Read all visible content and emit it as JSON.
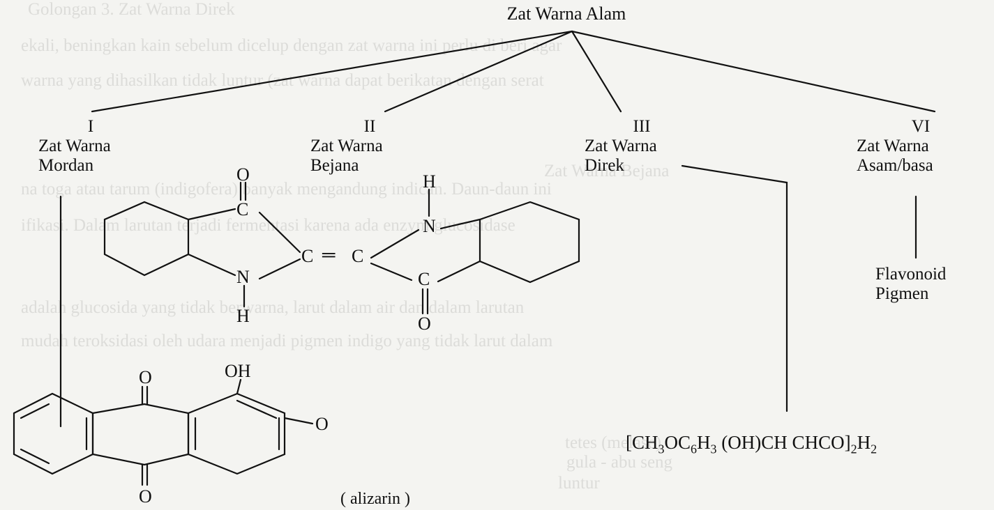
{
  "root": {
    "title": "Zat Warna Alam"
  },
  "branches": [
    {
      "numeral": "I",
      "line1": "Zat Warna",
      "line2": "Mordan"
    },
    {
      "numeral": "II",
      "line1": "Zat Warna",
      "line2": "Bejana"
    },
    {
      "numeral": "III",
      "line1": "Zat Warna",
      "line2": "Direk"
    },
    {
      "numeral": "VI",
      "line1": "Zat Warna",
      "line2": "Asam/basa"
    }
  ],
  "flavonoid": {
    "line1": "Flavonoid",
    "line2": "Pigmen"
  },
  "indigo": {
    "o_top": "O",
    "c_top": "C",
    "h_top": "H",
    "n_top": "N",
    "cc": "C",
    "eq": "═",
    "cc2": "C",
    "n_bot": "N",
    "h_bot": "H",
    "c_bot": "C",
    "o_bot": "O"
  },
  "alizarin": {
    "o_top": "O",
    "oh": "OH",
    "o_right": "O",
    "o_bot": "O",
    "caption": "( alizarin )"
  },
  "direk_formula": {
    "text": "[CH3OC6H3 (OH)CH   CHCO]2H2"
  },
  "bleed_through": [
    "Golongan 3. Zat Warna Direk",
    "ekali, beningkan kain sebelum dicelup dengan zat warna ini perlu di beri agar",
    "warna yang dihasilkan tidak luntur (zat warna dapat berikatan dengan serat",
    "Zat Warna Bejana",
    "na toga atau tarum (indigofera) banyak mengandung indican. Daun-daun ini",
    "ifikasi. Dalam larutan terjadi fermentasi karena ada enzym glucosidase",
    "adalah glucosida yang tidak berwarna, larut dalam air dan dalam larutan",
    "mudah teroksidasi oleh udara menjadi pigmen indigo yang tidak larut dalam",
    "tetes (melase)",
    "gula - abu seng",
    "luntur"
  ]
}
